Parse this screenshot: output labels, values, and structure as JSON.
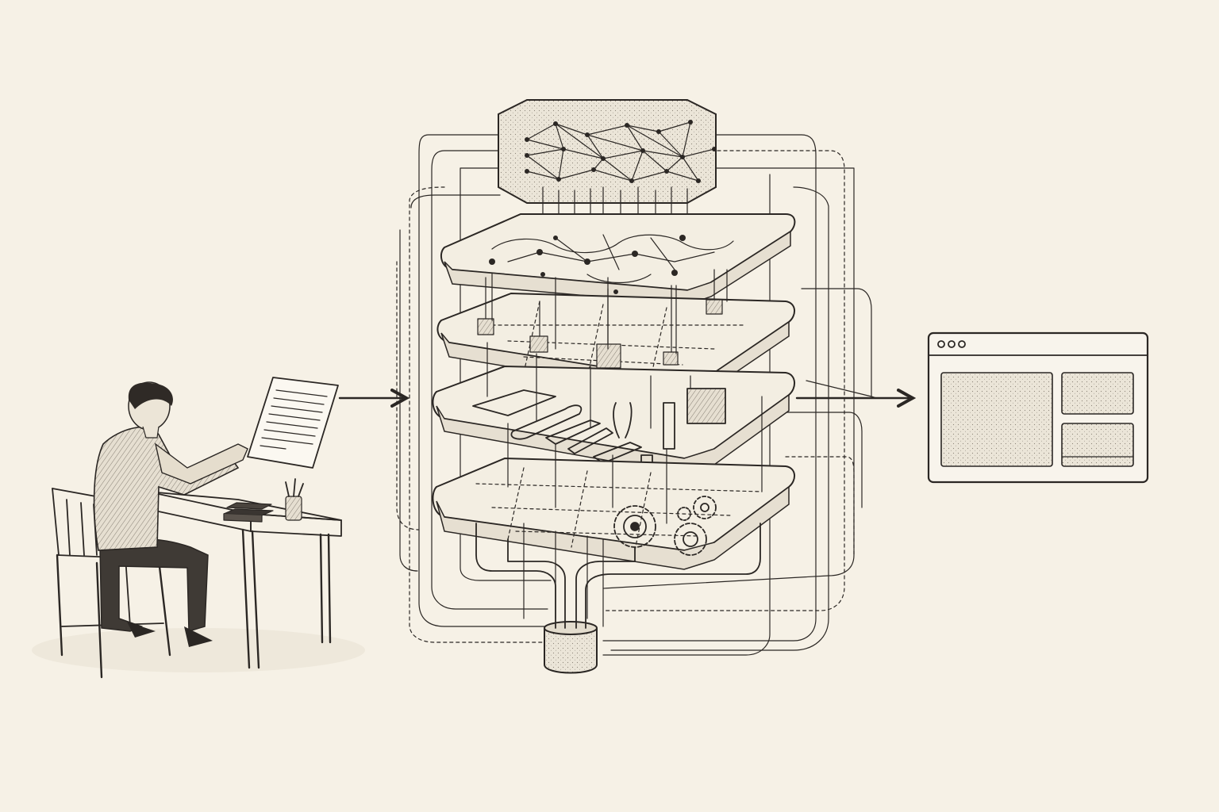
{
  "colors": {
    "background": "#f6f1e6",
    "ink": "#2b2724",
    "paper": "#fbf8f1",
    "shade": "#d9d2c4"
  },
  "nodes": {
    "person": {
      "icon": "person-at-desk-icon"
    },
    "document": {
      "icon": "handwritten-document-icon"
    },
    "system": {
      "icon": "layered-system-stack-icon"
    },
    "network": {
      "icon": "neural-network-icon"
    },
    "modules": {
      "icon": "module-blocks-icon"
    },
    "tools": {
      "icon": "tools-icon"
    },
    "gears": {
      "icon": "gears-icon"
    },
    "source": {
      "icon": "cable-source-cylinder-icon"
    },
    "output": {
      "icon": "browser-window-icon",
      "dots": 3
    }
  },
  "edges": [
    {
      "from": "document",
      "to": "system"
    },
    {
      "from": "system",
      "to": "output"
    }
  ]
}
